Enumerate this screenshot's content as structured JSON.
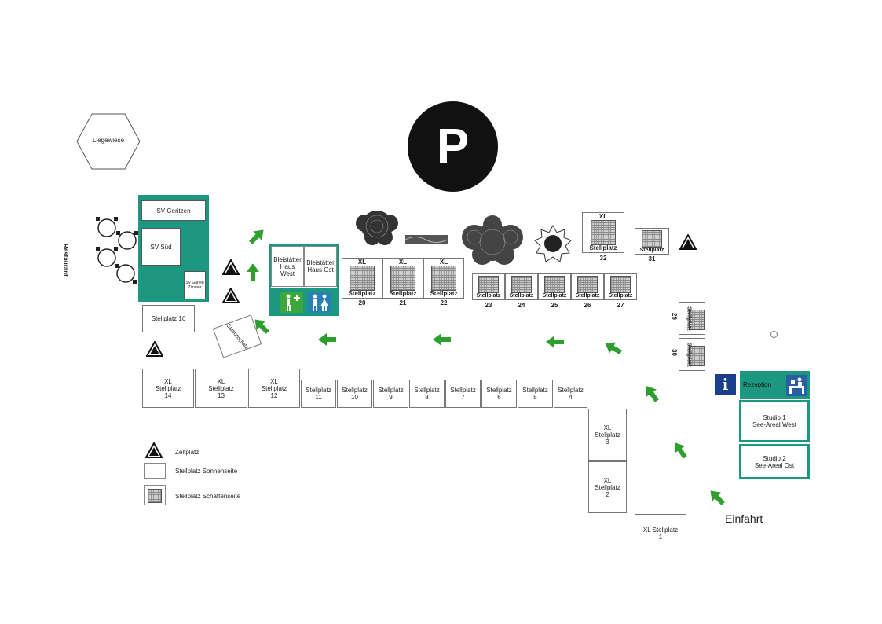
{
  "parking_symbol": "P",
  "liegewiese": "Liegewiese",
  "restaurant": "Restaurant",
  "sv_block": {
    "geritzen": "SV Geritzen",
    "sued": "SV Süd",
    "garten_zimmer": "SV Garten Zimmer"
  },
  "stellplatz_16": "Stellplatz 16",
  "saisonsplatz": "Saisonsplatz",
  "haus": {
    "west": "Bleistätter Haus West",
    "ost": "Bleistätter Haus Ost"
  },
  "shade_pitches": [
    {
      "xl": "XL",
      "label": "Stellplatz",
      "num": "20"
    },
    {
      "xl": "XL",
      "label": "Stellplatz",
      "num": "21"
    },
    {
      "xl": "XL",
      "label": "Stellplatz",
      "num": "22"
    },
    {
      "xl": "",
      "label": "Stellplatz",
      "num": "23"
    },
    {
      "xl": "",
      "label": "Stellplatz",
      "num": "24"
    },
    {
      "xl": "",
      "label": "Stellplatz",
      "num": "25"
    },
    {
      "xl": "",
      "label": "Stellplatz",
      "num": "26"
    },
    {
      "xl": "",
      "label": "Stellplatz",
      "num": "27"
    },
    {
      "xl": "",
      "label": "Stellplatz",
      "num": "29"
    },
    {
      "xl": "",
      "label": "Stellplatz",
      "num": "30"
    },
    {
      "xl": "",
      "label": "Stellplatz",
      "num": "31"
    },
    {
      "xl": "XL",
      "label": "Stellplatz",
      "num": "32"
    }
  ],
  "sun_pitches_row": [
    {
      "xl": "XL",
      "label": "Stellplatz",
      "num": "14"
    },
    {
      "xl": "XL",
      "label": "Stellplatz",
      "num": "13"
    },
    {
      "xl": "XL",
      "label": "Stellplatz",
      "num": "12"
    },
    {
      "xl": "",
      "label": "Stellplatz",
      "num": "11"
    },
    {
      "xl": "",
      "label": "Stellplatz",
      "num": "10"
    },
    {
      "xl": "",
      "label": "Stellplatz",
      "num": "9"
    },
    {
      "xl": "",
      "label": "Stellplatz",
      "num": "8"
    },
    {
      "xl": "",
      "label": "Stellplatz",
      "num": "7"
    },
    {
      "xl": "",
      "label": "Stellplatz",
      "num": "6"
    },
    {
      "xl": "",
      "label": "Stellplatz",
      "num": "5"
    },
    {
      "xl": "",
      "label": "Stellplatz",
      "num": "4"
    }
  ],
  "sun_pitches_col": [
    {
      "xl": "XL",
      "label": "Stellplatz",
      "num": "3"
    },
    {
      "xl": "XL",
      "label": "Stellplatz",
      "num": "2"
    },
    {
      "xl": "XL Stellplatz",
      "label": "",
      "num": "1"
    }
  ],
  "info_symbol": "i",
  "rezeption": "Rezeption",
  "studio1": {
    "line1": "Studio 1",
    "line2": "See-Areal West"
  },
  "studio2": {
    "line1": "Studio 2",
    "line2": "See-Areal Ost"
  },
  "einfahrt": "Einfahrt",
  "legend": {
    "zeltplatz": "Zeltplatz",
    "sonnenseite": "Stellplatz Sonnenseite",
    "schattenseite": "Stellplatz Schattenseite"
  },
  "colors": {
    "teal": "#1d9880",
    "arrow": "#2e9e2e",
    "info": "#1b3f8b"
  }
}
